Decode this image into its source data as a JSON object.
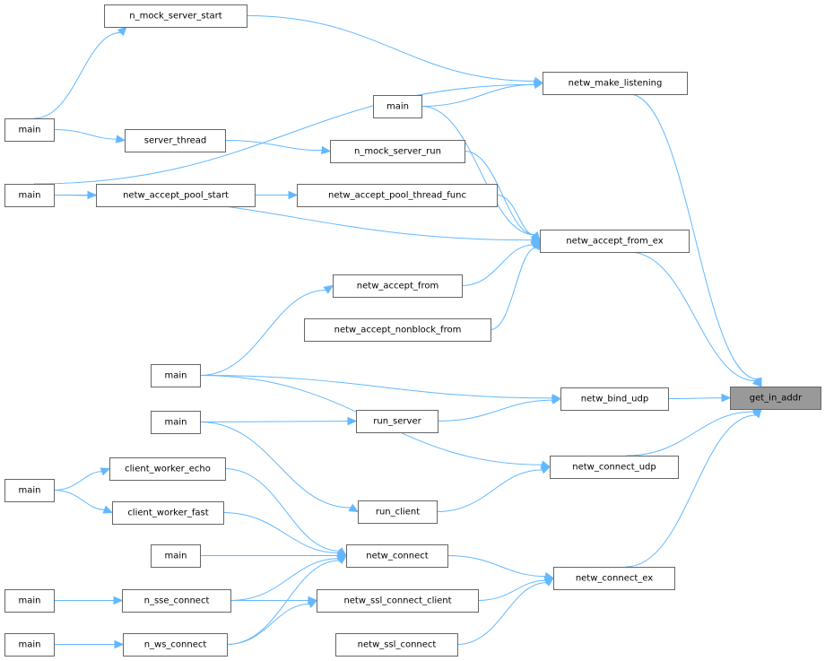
{
  "graph": {
    "title": "Caller graph of get_in_addr",
    "focus_node": "get_in_addr",
    "colors": {
      "edge": "#63b8ff",
      "node_border": "#666666",
      "focus_fill": "#999999",
      "node_fill": "#ffffff"
    },
    "nodes": [
      {
        "id": "get_in_addr",
        "label": "get_in_addr",
        "focus": true
      },
      {
        "id": "netw_make_listening",
        "label": "netw_make_listening"
      },
      {
        "id": "netw_accept_from_ex",
        "label": "netw_accept_from_ex"
      },
      {
        "id": "netw_bind_udp",
        "label": "netw_bind_udp"
      },
      {
        "id": "netw_connect_udp",
        "label": "netw_connect_udp"
      },
      {
        "id": "netw_connect_ex",
        "label": "netw_connect_ex"
      },
      {
        "id": "n_mock_server_start",
        "label": "n_mock_server_start"
      },
      {
        "id": "main_a",
        "label": "main"
      },
      {
        "id": "server_thread",
        "label": "server_thread"
      },
      {
        "id": "main_b",
        "label": "main"
      },
      {
        "id": "main_c",
        "label": "main"
      },
      {
        "id": "n_mock_server_run",
        "label": "n_mock_server_run"
      },
      {
        "id": "netw_accept_pool_start",
        "label": "netw_accept_pool_start"
      },
      {
        "id": "netw_accept_pool_thread_func",
        "label": "netw_accept_pool_thread_func"
      },
      {
        "id": "netw_accept_from",
        "label": "netw_accept_from"
      },
      {
        "id": "netw_accept_nonblock_from",
        "label": "netw_accept_nonblock_from"
      },
      {
        "id": "main_d",
        "label": "main"
      },
      {
        "id": "main_e",
        "label": "main"
      },
      {
        "id": "run_server",
        "label": "run_server"
      },
      {
        "id": "run_client",
        "label": "run_client"
      },
      {
        "id": "client_worker_echo",
        "label": "client_worker_echo"
      },
      {
        "id": "client_worker_fast",
        "label": "client_worker_fast"
      },
      {
        "id": "main_f",
        "label": "main"
      },
      {
        "id": "main_g",
        "label": "main"
      },
      {
        "id": "main_h",
        "label": "main"
      },
      {
        "id": "main_i",
        "label": "main"
      },
      {
        "id": "netw_connect",
        "label": "netw_connect"
      },
      {
        "id": "n_sse_connect",
        "label": "n_sse_connect"
      },
      {
        "id": "n_ws_connect",
        "label": "n_ws_connect"
      },
      {
        "id": "netw_ssl_connect_client",
        "label": "netw_ssl_connect_client"
      },
      {
        "id": "netw_ssl_connect",
        "label": "netw_ssl_connect"
      }
    ],
    "edges": [
      {
        "from": "netw_make_listening",
        "to": "get_in_addr"
      },
      {
        "from": "netw_accept_from_ex",
        "to": "get_in_addr"
      },
      {
        "from": "netw_bind_udp",
        "to": "get_in_addr"
      },
      {
        "from": "netw_connect_udp",
        "to": "get_in_addr"
      },
      {
        "from": "netw_connect_ex",
        "to": "get_in_addr"
      },
      {
        "from": "main_b",
        "to": "n_mock_server_start"
      },
      {
        "from": "n_mock_server_start",
        "to": "netw_make_listening"
      },
      {
        "from": "main_c",
        "to": "netw_make_listening"
      },
      {
        "from": "main_a",
        "to": "netw_make_listening"
      },
      {
        "from": "main_b",
        "to": "server_thread"
      },
      {
        "from": "server_thread",
        "to": "n_mock_server_run"
      },
      {
        "from": "main_a",
        "to": "netw_accept_from_ex"
      },
      {
        "from": "n_mock_server_run",
        "to": "netw_accept_from_ex"
      },
      {
        "from": "main_c",
        "to": "netw_accept_pool_start"
      },
      {
        "from": "netw_accept_pool_start",
        "to": "netw_accept_pool_thread_func"
      },
      {
        "from": "netw_accept_pool_thread_func",
        "to": "netw_accept_from_ex"
      },
      {
        "from": "main_c",
        "to": "netw_accept_from_ex"
      },
      {
        "from": "netw_accept_from",
        "to": "netw_accept_from_ex"
      },
      {
        "from": "netw_accept_nonblock_from",
        "to": "netw_accept_from_ex"
      },
      {
        "from": "main_d",
        "to": "netw_accept_from"
      },
      {
        "from": "main_d",
        "to": "netw_bind_udp"
      },
      {
        "from": "run_server",
        "to": "netw_bind_udp"
      },
      {
        "from": "main_e",
        "to": "run_server"
      },
      {
        "from": "main_d",
        "to": "netw_connect_udp"
      },
      {
        "from": "run_client",
        "to": "netw_connect_udp"
      },
      {
        "from": "main_e",
        "to": "run_client"
      },
      {
        "from": "main_f",
        "to": "client_worker_echo"
      },
      {
        "from": "main_f",
        "to": "client_worker_fast"
      },
      {
        "from": "client_worker_echo",
        "to": "netw_connect"
      },
      {
        "from": "client_worker_fast",
        "to": "netw_connect"
      },
      {
        "from": "main_g",
        "to": "netw_connect"
      },
      {
        "from": "n_sse_connect",
        "to": "netw_connect"
      },
      {
        "from": "n_ws_connect",
        "to": "netw_connect"
      },
      {
        "from": "netw_connect",
        "to": "netw_connect_ex"
      },
      {
        "from": "main_h",
        "to": "n_sse_connect"
      },
      {
        "from": "main_i",
        "to": "n_ws_connect"
      },
      {
        "from": "n_sse_connect",
        "to": "netw_ssl_connect_client"
      },
      {
        "from": "n_ws_connect",
        "to": "netw_ssl_connect_client"
      },
      {
        "from": "netw_ssl_connect_client",
        "to": "netw_connect_ex"
      },
      {
        "from": "netw_ssl_connect",
        "to": "netw_connect_ex"
      }
    ]
  }
}
